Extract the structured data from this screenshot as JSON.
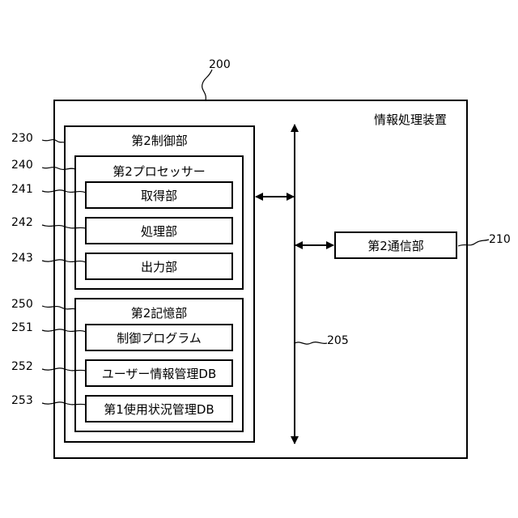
{
  "device": {
    "ref": "200",
    "label": "情報処理装置"
  },
  "control_unit": {
    "ref": "230",
    "label": "第2制御部",
    "processor": {
      "ref": "240",
      "label": "第2プロセッサー",
      "modules": [
        {
          "ref": "241",
          "label": "取得部"
        },
        {
          "ref": "242",
          "label": "処理部"
        },
        {
          "ref": "243",
          "label": "出力部"
        }
      ]
    },
    "storage": {
      "ref": "250",
      "label": "第2記憶部",
      "items": [
        {
          "ref": "251",
          "label": "制御プログラム"
        },
        {
          "ref": "252",
          "label": "ユーザー情報管理DB"
        },
        {
          "ref": "253",
          "label": "第1使用状況管理DB"
        }
      ]
    }
  },
  "bus": {
    "ref": "205"
  },
  "comm_unit": {
    "ref": "210",
    "label": "第2通信部"
  }
}
